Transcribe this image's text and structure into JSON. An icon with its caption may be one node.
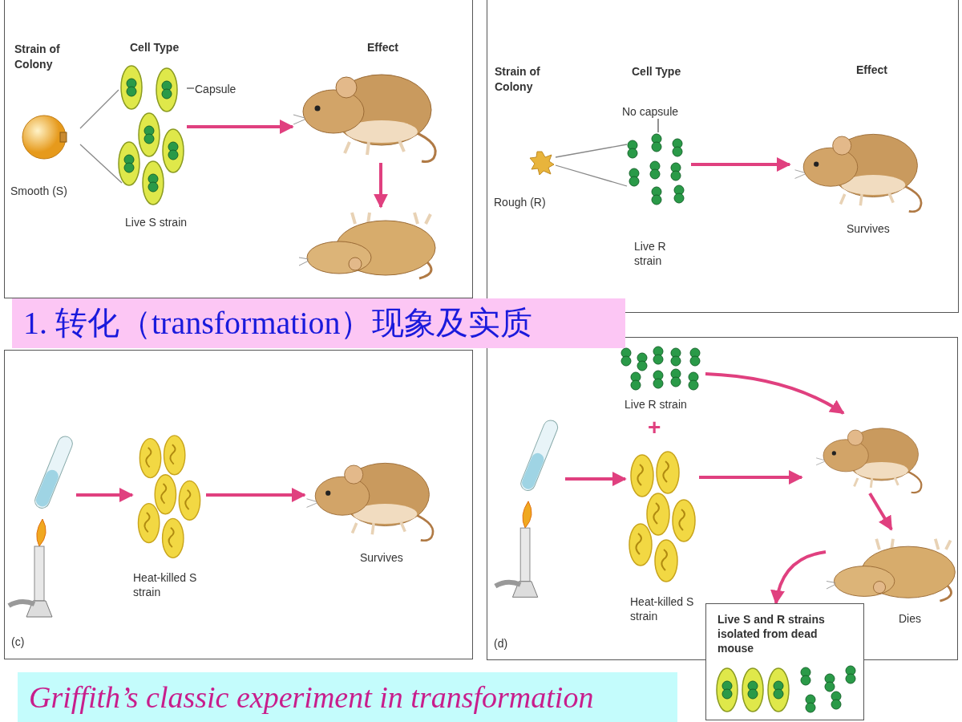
{
  "diagram": {
    "title": "1. 转化（transformation）现象及实质",
    "caption": "Griffith’s classic experiment in transformation",
    "nodes": [
      {
        "text": [],
        "shape": "box"
      },
      {
        "text": [
          "Smooth (S)"
        ],
        "in": 0
      },
      {
        "text": [
          "Live S strain"
        ],
        "in": 0
      },
      {
        "text": [
          "Capsule"
        ],
        "in": 0
      },
      {
        "text": [],
        "shape": "picture",
        "in": 0
      },
      {
        "text": [],
        "shape": "picture",
        "in": 0
      },
      {
        "text": [],
        "shape": "box"
      },
      {
        "text": [
          "Rough (R)"
        ],
        "in": 6
      },
      {
        "text": [
          "Live R strain"
        ],
        "in": 6
      },
      {
        "text": [
          "No capsule"
        ],
        "in": 6
      },
      {
        "text": [
          "Survives"
        ],
        "in": 6
      },
      {
        "text": [
          "(c)"
        ]
      },
      {
        "text": [],
        "shape": "picture",
        "in": 11
      },
      {
        "text": [
          "Heat-killed S strain"
        ],
        "in": 11
      },
      {
        "text": [
          "Survives"
        ],
        "in": 11
      },
      {
        "text": [
          "(d)"
        ]
      },
      {
        "text": [
          "Live R strain"
        ],
        "in": 15
      },
      {
        "text": [],
        "shape": "picture",
        "in": 15
      },
      {
        "text": [
          "Heat-killed S strain"
        ],
        "in": 15
      },
      {
        "text": [],
        "shape": "picture",
        "in": 15
      },
      {
        "text": [
          "Dies"
        ],
        "in": 15
      },
      {
        "text": [
          "Live S and R strains isolated from dead mouse"
        ]
      }
    ],
    "edges": [
      {
        "from": 1,
        "to": 2,
        "arrow": "none",
        "color": "#888888"
      },
      {
        "from": 1,
        "to": 2,
        "arrow": "none",
        "color": "#888888"
      },
      {
        "from": 3,
        "to": 2,
        "arrow": "none",
        "color": "#555555"
      },
      {
        "from": 2,
        "to": 4,
        "arrow": "to"
      },
      {
        "from": 4,
        "to": 5,
        "arrow": "to"
      },
      {
        "from": 7,
        "to": 8,
        "arrow": "none",
        "color": "#888888"
      },
      {
        "from": 7,
        "to": 8,
        "arrow": "none",
        "color": "#888888"
      },
      {
        "from": 9,
        "to": 8,
        "arrow": "none",
        "color": "#555555"
      },
      {
        "from": 8,
        "to": 10,
        "arrow": "to"
      },
      {
        "from": 12,
        "to": 13,
        "arrow": "to"
      },
      {
        "from": 13,
        "to": 14,
        "arrow": "to"
      },
      {
        "from": 16,
        "to": 19,
        "arrow": "to"
      },
      {
        "from": 17,
        "to": 18,
        "arrow": "to"
      },
      {
        "from": 18,
        "to": 19,
        "arrow": "to"
      },
      {
        "from": 19,
        "to": 20,
        "arrow": "to"
      },
      {
        "from": 20,
        "to": 21,
        "arrow": "to"
      }
    ],
    "labels": [
      "Strain of Colony",
      "Cell Type",
      "Effect",
      "Strain of Colony",
      "Cell Type",
      "Effect",
      "+"
    ]
  }
}
